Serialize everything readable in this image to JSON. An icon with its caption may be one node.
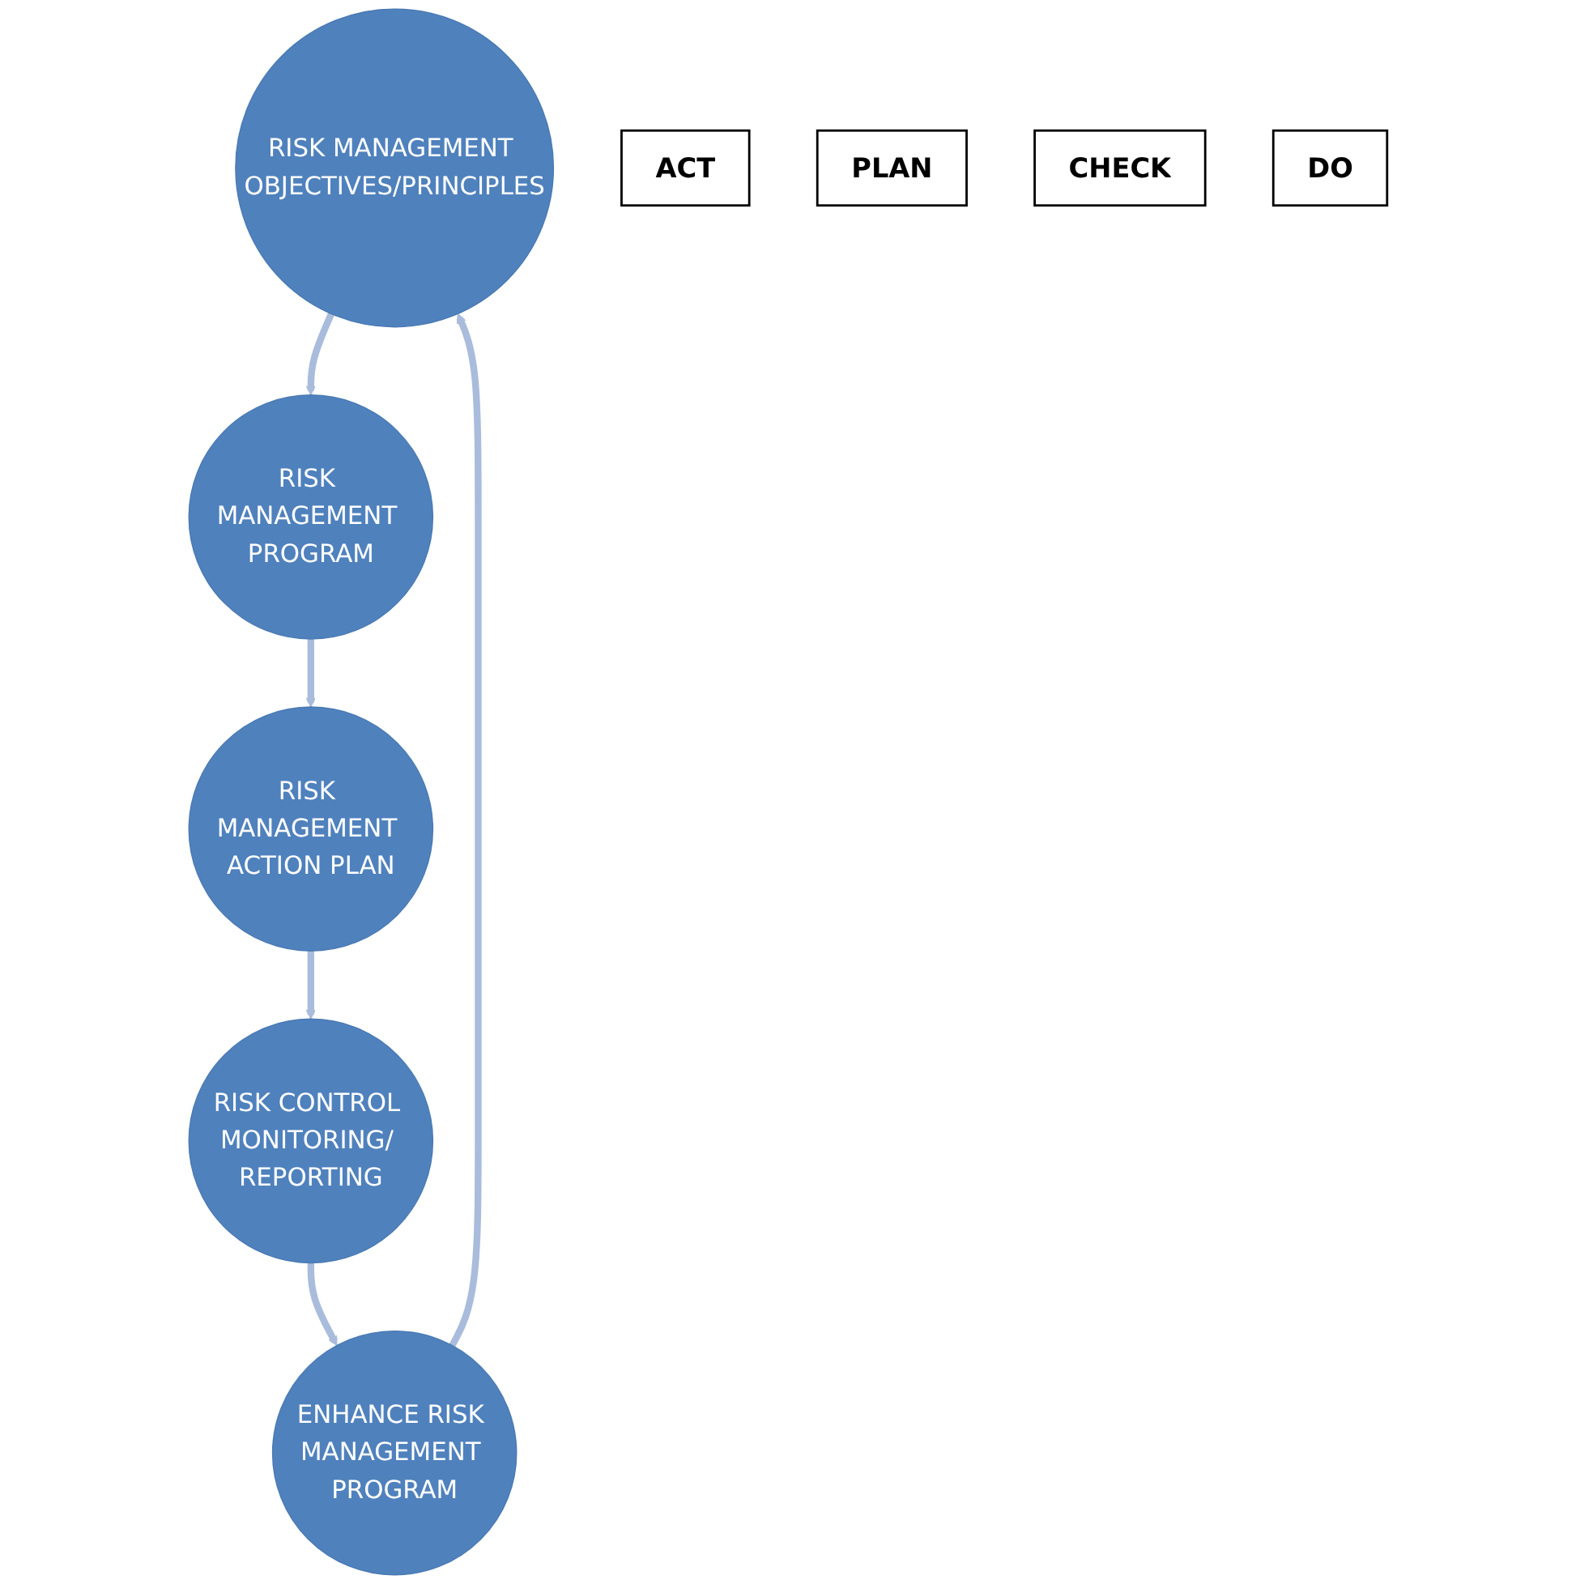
{
  "diagram": {
    "nodes": [
      {
        "text": [
          "RISK MANAGEMENT OBJECTIVES/PRINCIPLES"
        ]
      },
      {
        "text": [
          "ENHANCE RISK MANAGEMENT PROGRAM"
        ]
      },
      {
        "text": [
          "ACT"
        ]
      },
      {
        "text": [
          "PLAN"
        ]
      },
      {
        "text": [
          "RISK MANAGEMENT PROGRAM"
        ]
      },
      {
        "text": [
          "CHECK"
        ]
      },
      {
        "text": [
          "DO"
        ]
      },
      {
        "text": [
          "RISK CONTROL MONITORING/ REPORTING"
        ]
      },
      {
        "text": [
          "RISK MANAGEMENT ACTION PLAN"
        ]
      }
    ],
    "edges": [
      {
        "from": 0,
        "to": 4,
        "arrow": "to"
      },
      {
        "from": 4,
        "to": 8,
        "arrow": "to"
      },
      {
        "from": 8,
        "to": 7,
        "arrow": "to"
      },
      {
        "from": 7,
        "to": 1,
        "arrow": "to"
      },
      {
        "from": 1,
        "to": 0,
        "arrow": "to"
      }
    ]
  }
}
